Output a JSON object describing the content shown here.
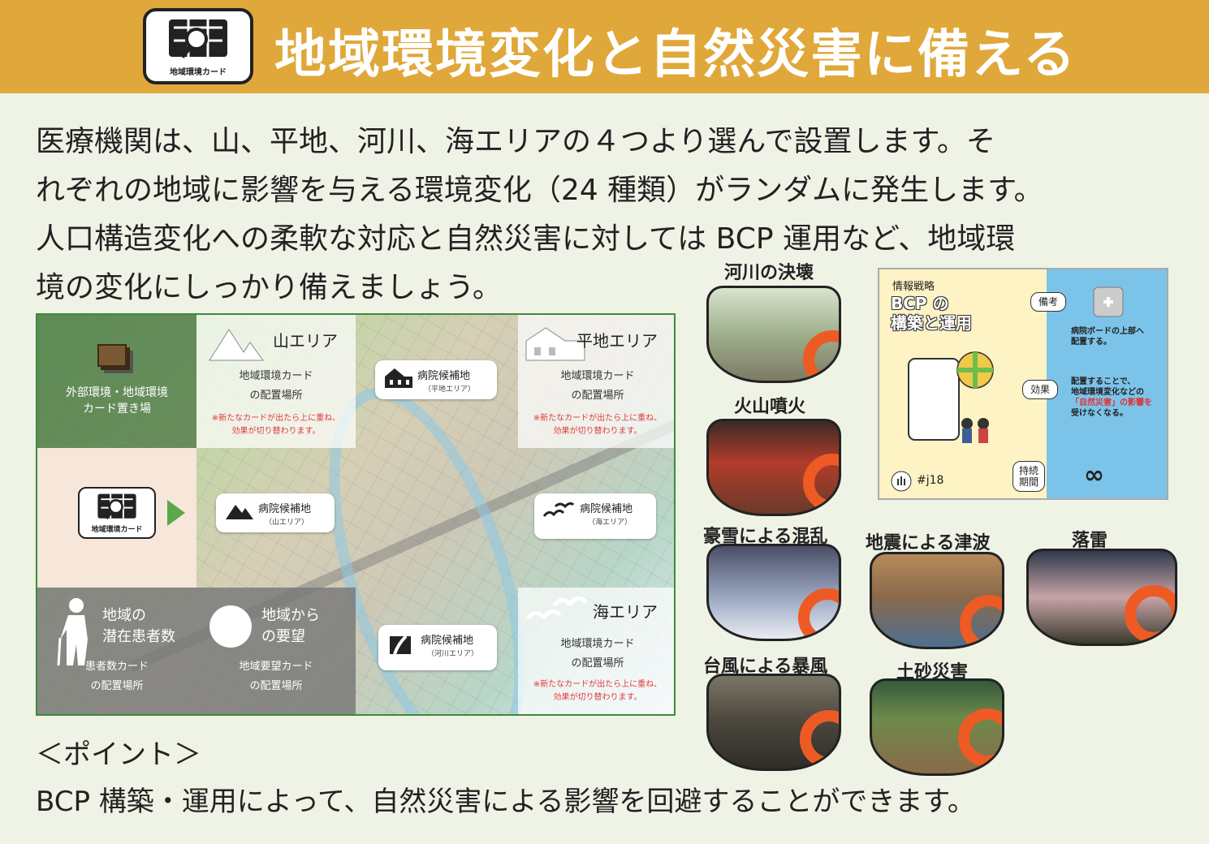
{
  "header": {
    "title": "地域環境変化と自然災害に備える",
    "logo_label": "地域環境カード",
    "logo_icon": "magnifier-map-icon",
    "background": "#e0a83a"
  },
  "intro": {
    "lines": [
      "医療機関は、山、平地、河川、海エリアの４つより選んで設置します。そ",
      "れぞれの地域に影響を与える環境変化（24 種類）がランダムに発生します。",
      "人口構造変化への柔軟な対応と自然災害に対しては BCP 運用など、地域環",
      "境の変化にしっかり備えましょう。"
    ]
  },
  "board": {
    "outside": {
      "lines": [
        "外部環境・地域環境",
        "カード置き場"
      ]
    },
    "card_logo_label": "地域環境カード",
    "mountain": {
      "title": "山エリア",
      "body": [
        "地域環境カード",
        "の配置場所"
      ],
      "note": [
        "※新たなカードが出たら上に重ね、",
        "効果が切り替わります。"
      ]
    },
    "plain": {
      "title": "平地エリア",
      "body": [
        "地域環境カード",
        "の配置場所"
      ],
      "note": [
        "※新たなカードが出たら上に重ね、",
        "効果が切り替わります。"
      ]
    },
    "sea": {
      "title": "海エリア",
      "body": [
        "地域環境カード",
        "の配置場所"
      ],
      "note": [
        "※新たなカードが出たら上に重ね、",
        "効果が切り替わります。"
      ]
    },
    "candidates": {
      "plain": {
        "title": "病院候補地",
        "sub": "（平地エリア）"
      },
      "mountain": {
        "title": "病院候補地",
        "sub": "（山エリア）"
      },
      "sea": {
        "title": "病院候補地",
        "sub": "（海エリア）"
      },
      "river": {
        "title": "病院候補地",
        "sub": "（河川エリア）"
      }
    },
    "patients": {
      "label": [
        "地域の",
        "潜在患者数"
      ],
      "sub": [
        "患者数カード",
        "の配置場所"
      ]
    },
    "requests": {
      "label": [
        "地域から",
        "の要望"
      ],
      "sub": [
        "地域要望カード",
        "の配置場所"
      ]
    }
  },
  "disasters": [
    {
      "title": "河川の決壊",
      "colors": [
        "#c9d8c2",
        "#7a8f6e"
      ]
    },
    {
      "title": "火山噴火",
      "colors": [
        "#b13a2a",
        "#3b1f1a"
      ]
    },
    {
      "title": "豪雪による混乱",
      "colors": [
        "#9aa7c0",
        "#3a3f55"
      ]
    },
    {
      "title": "地震による津波",
      "colors": [
        "#b07848",
        "#4f6f8f"
      ]
    },
    {
      "title": "落雷",
      "colors": [
        "#39465a",
        "#c7a3a6"
      ]
    },
    {
      "title": "台風による暴風",
      "colors": [
        "#6b6658",
        "#2f2d28"
      ]
    },
    {
      "title": "土砂災害",
      "colors": [
        "#6d8a4a",
        "#7a5a3a"
      ]
    }
  ],
  "bcp": {
    "category": "情報戦略",
    "title_lines": [
      "BCP の",
      "構築と運用"
    ],
    "remark_label": "備考",
    "remark_text": [
      "病院ボードの上部へ",
      "配置する。"
    ],
    "effect_label": "効果",
    "effect_text": [
      "配置することで、",
      "地域環境変化などの",
      "「自然災害」の影響を",
      "受けなくなる。"
    ],
    "duration_label": [
      "持続",
      "期間"
    ],
    "duration_value": "∞",
    "card_id": "#j18"
  },
  "point": {
    "heading": "＜ポイント＞",
    "body": "BCP 構築・運用によって、自然災害による影響を回避することができます。"
  }
}
